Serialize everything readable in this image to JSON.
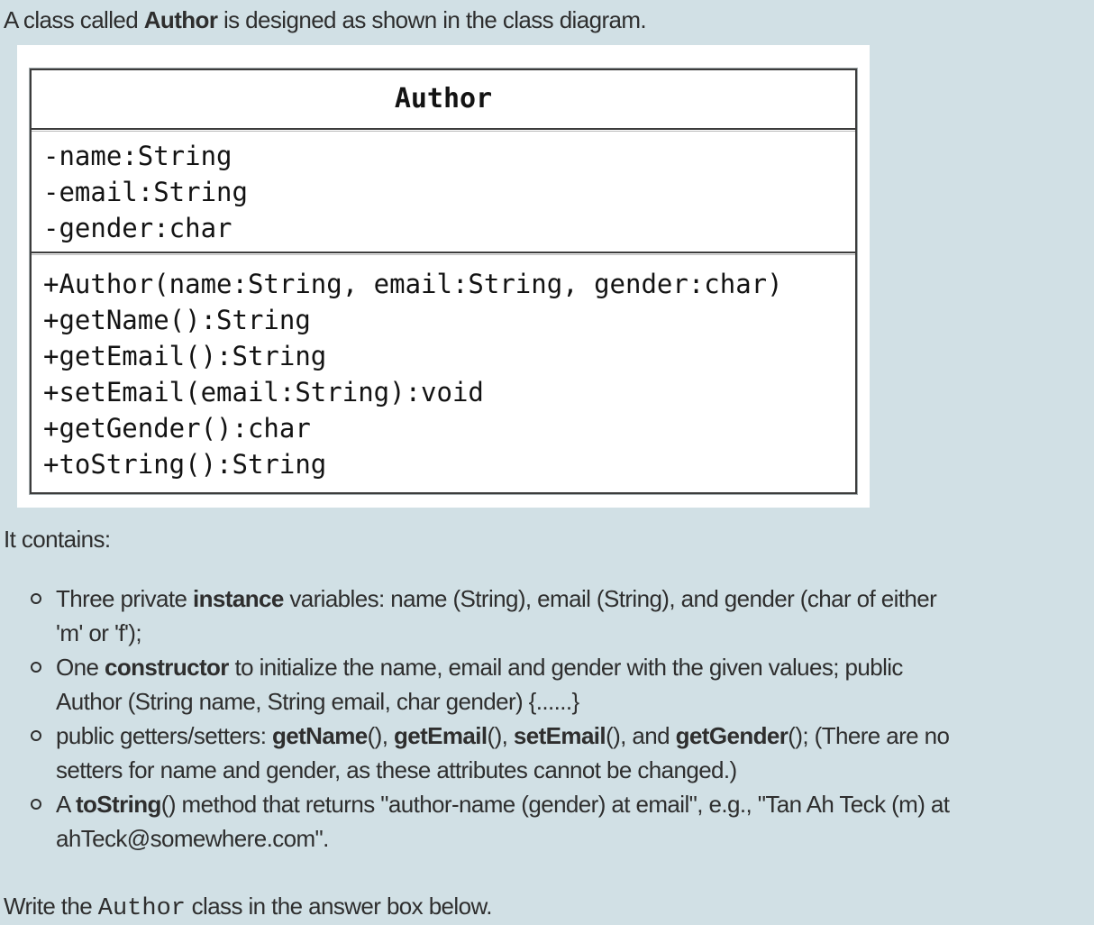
{
  "page": {
    "background_color": "#d1e0e5",
    "card_color": "#ffffff",
    "text_color": "#2e2e2e",
    "border_color": "#3c3c3c"
  },
  "intro": {
    "segments": [
      {
        "t": "A class called ",
        "b": false
      },
      {
        "t": "Author",
        "b": true
      },
      {
        "t": " is designed as shown in the class diagram.",
        "b": false
      }
    ]
  },
  "class_diagram": {
    "title": "Author",
    "fields": [
      "-name:String",
      "-email:String",
      "-gender:char"
    ],
    "methods": [
      "+Author(name:String, email:String, gender:char)",
      "+getName():String",
      "+getEmail():String",
      "+setEmail(email:String):void",
      "+getGender():char",
      "+toString():String"
    ]
  },
  "contains_heading": "It contains:",
  "bullets": [
    {
      "segments": [
        {
          "t": "Three private ",
          "b": false
        },
        {
          "t": "instance",
          "b": true
        },
        {
          "t": " variables: name (String), email (String), and gender (char of either\n'm' or 'f');",
          "b": false
        }
      ]
    },
    {
      "segments": [
        {
          "t": "One ",
          "b": false
        },
        {
          "t": "constructor",
          "b": true
        },
        {
          "t": " to initialize the name, email and gender with the given values; public\nAuthor (String name, String email, char gender) {......}",
          "b": false
        }
      ]
    },
    {
      "segments": [
        {
          "t": "public getters/setters: ",
          "b": false
        },
        {
          "t": "getName",
          "b": true
        },
        {
          "t": "(), ",
          "b": false
        },
        {
          "t": "getEmail",
          "b": true
        },
        {
          "t": "(), ",
          "b": false
        },
        {
          "t": "setEmail",
          "b": true
        },
        {
          "t": "(), and ",
          "b": false
        },
        {
          "t": "getGender",
          "b": true
        },
        {
          "t": "(); (There are no\nsetters for name and gender, as these attributes cannot be changed.)",
          "b": false
        }
      ]
    },
    {
      "segments": [
        {
          "t": "A ",
          "b": false
        },
        {
          "t": "toString",
          "b": true
        },
        {
          "t": "() method that returns \"author-name (gender) at email\", e.g., \"Tan Ah Teck (m) at\nahTeck@somewhere.com\".",
          "b": false
        }
      ]
    }
  ],
  "closing": {
    "segments": [
      {
        "t": "Write the ",
        "mono": false
      },
      {
        "t": "Author",
        "mono": true
      },
      {
        "t": " class in the answer box below.",
        "mono": false
      }
    ]
  }
}
